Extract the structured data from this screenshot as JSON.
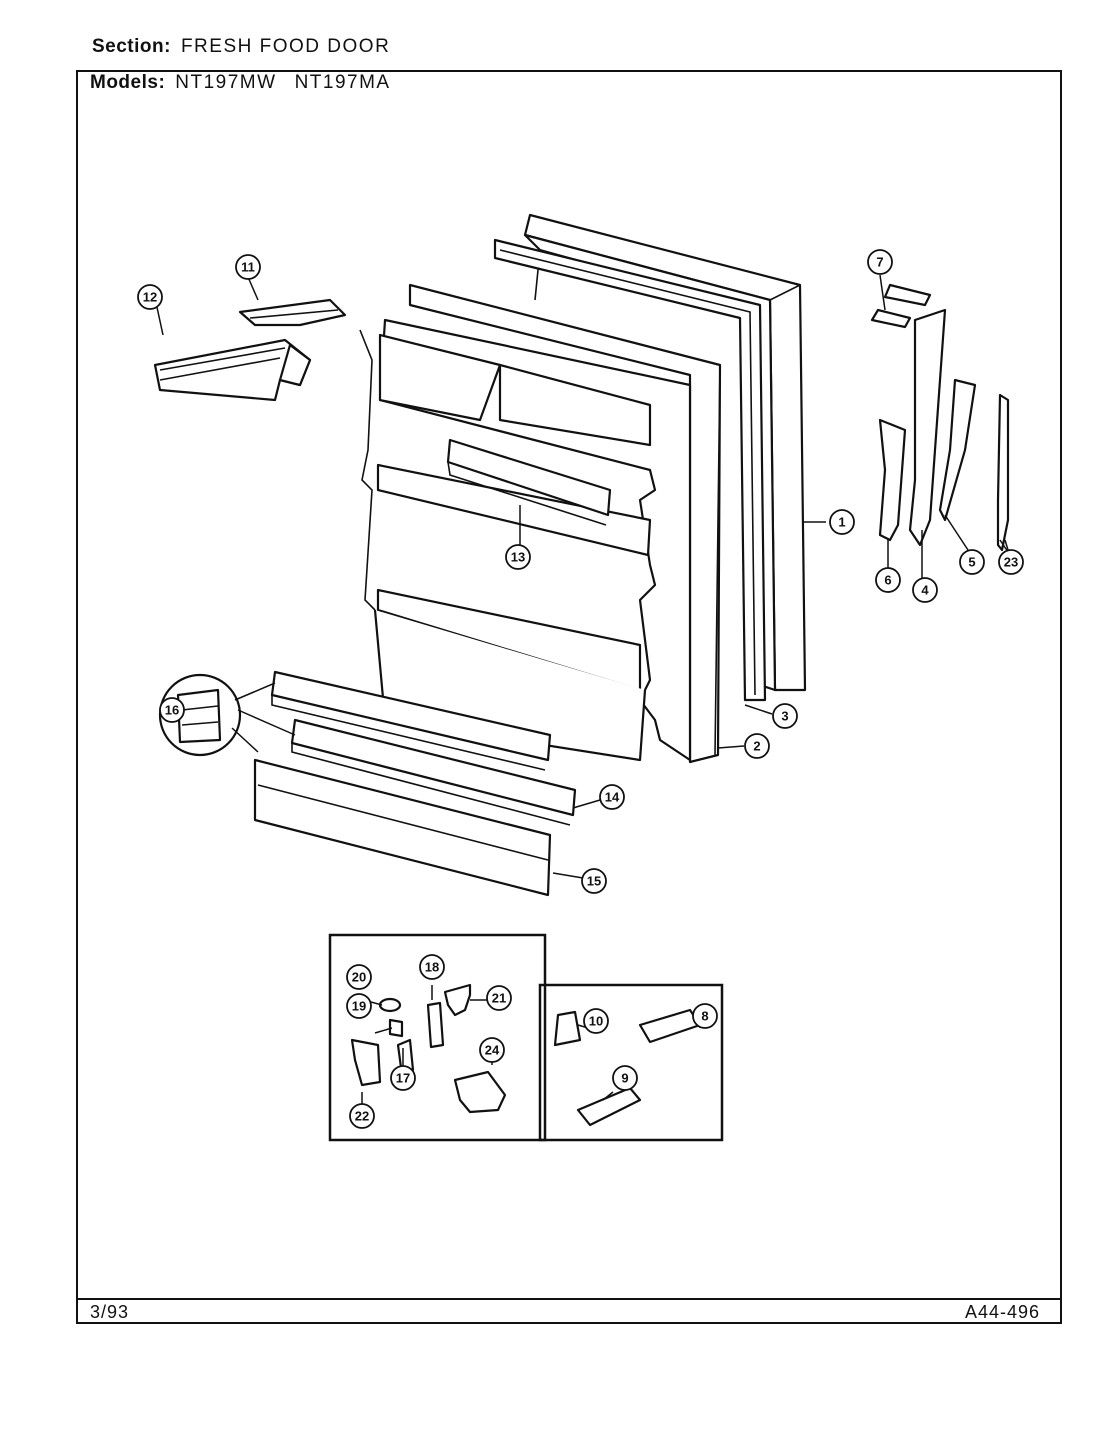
{
  "header": {
    "section_label": "Section:",
    "section_value": "FRESH FOOD DOOR",
    "models_label": "Models:",
    "models": [
      "NT197MW",
      "NT197MA"
    ]
  },
  "footer": {
    "date": "3/93",
    "code": "A44-496"
  },
  "callouts": [
    "1",
    "2",
    "3",
    "4",
    "5",
    "6",
    "7",
    "8",
    "9",
    "10",
    "11",
    "12",
    "13",
    "14",
    "15",
    "16",
    "17",
    "18",
    "19",
    "20",
    "21",
    "22",
    "23",
    "24"
  ]
}
